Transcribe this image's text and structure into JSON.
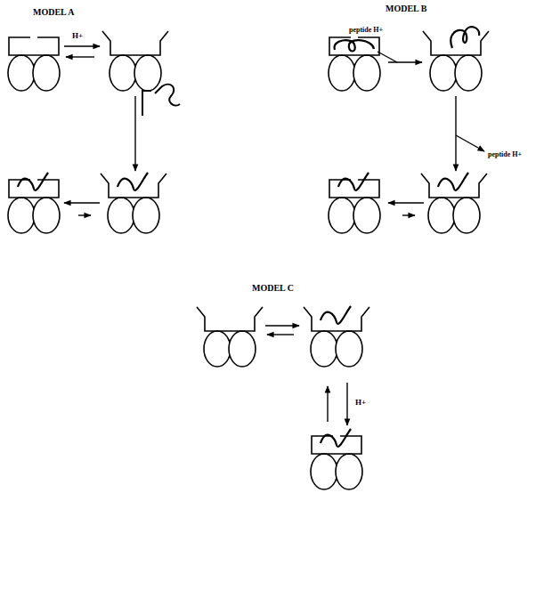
{
  "diagram": {
    "labels": [
      "MODEL A",
      "H+",
      "MODEL B",
      "peptide H+",
      "peptide H+",
      "MODEL C",
      "H+"
    ]
  }
}
